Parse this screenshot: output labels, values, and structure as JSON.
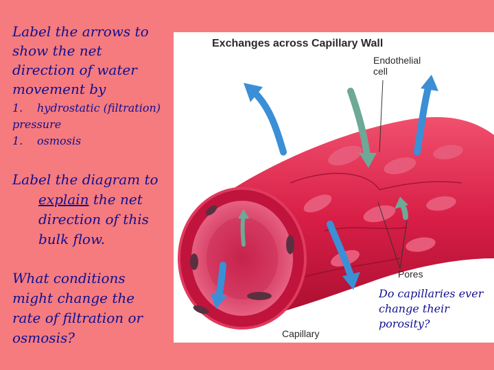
{
  "left": {
    "q1": "Label the arrows to show the net direction of water movement by",
    "items": [
      {
        "num": "1.",
        "text": "hydrostatic (filtration) pressure"
      },
      {
        "num": "1.",
        "text": "osmosis"
      }
    ],
    "q2_line1": "Label the diagram to",
    "q2_explain": "explain",
    "q2_rest1": "the net",
    "q2_line3": "direction of this",
    "q2_line4": "bulk flow.",
    "q3": "What conditions might change the rate of filtration or osmosis?"
  },
  "right": {
    "q4": "Do capillaries ever change their porosity?"
  },
  "figure": {
    "title": "Exchanges across Capillary Wall",
    "label_endothelial_line1": "Endothelial",
    "label_endothelial_line2": "cell",
    "label_pores": "Pores",
    "label_capillary": "Capillary"
  },
  "colors": {
    "background": "#f57b7e",
    "text": "#101090",
    "vessel": "#d8204a",
    "arrow_blue": "#3b8fd6",
    "arrow_green": "#5a9a8a"
  }
}
